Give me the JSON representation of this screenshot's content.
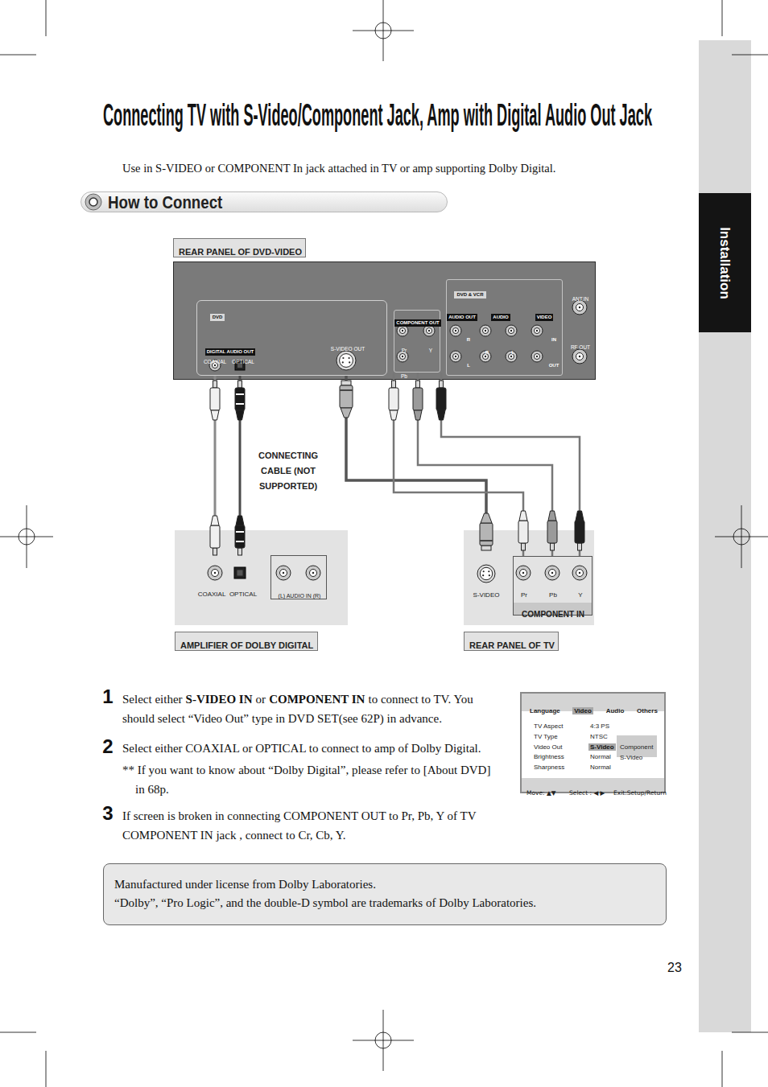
{
  "diagram": {
    "title": "Connecting TV with S-Video/Component Jack, Amp with Digital Audio Out Jack",
    "nodes": [
      {
        "text": [
          "How to Connect"
        ]
      },
      {
        "text": [
          "Installation"
        ]
      },
      {
        "text": [
          "REAR PANEL OF DVD-VIDEO"
        ]
      },
      {
        "text": [
          "ANT.IN",
          "RF OUT"
        ]
      },
      {
        "text": [
          "DVD",
          "DIGITAL AUDIO OUT",
          "COAXIAL",
          "OPTICAL",
          "S-VIDEO OUT"
        ],
        "in": 3
      },
      {
        "text": [
          "COMPONENT OUT",
          "Pr",
          "Y",
          "Pb"
        ],
        "in": 3
      },
      {
        "text": [
          "DVD & VCR",
          "AUDIO OUT",
          "AUDIO",
          "VIDEO",
          "R",
          "L",
          "R",
          "L",
          "IN",
          "OUT"
        ],
        "in": 3
      },
      {
        "text": [
          "COAXIAL",
          "OPTICAL"
        ]
      },
      {
        "text": [
          "(L) AUDIO IN (R)"
        ],
        "in": 7
      },
      {
        "text": [
          "AMPLIFIER OF DOLBY DIGITAL"
        ]
      },
      {
        "text": [
          "S-VIDEO"
        ]
      },
      {
        "text": [
          "Pr",
          "Pb",
          "Y",
          "COMPONENT IN"
        ],
        "in": 10
      },
      {
        "text": [
          "REAR PANEL OF TV"
        ]
      },
      {
        "text": [
          "Language",
          "Video",
          "Audio",
          "Others",
          "TV Aspect",
          "TV Type",
          "Video Out",
          "Brightness",
          "Sharpness",
          "4:3 PS",
          "NTSC",
          "S-Video",
          "Normal",
          "Normal",
          "Move: ▲▼",
          "Select : ◀ ▶",
          "Exit:Setup/Return"
        ]
      },
      {
        "text": [
          "Component",
          "S-Video"
        ],
        "in": 13
      },
      {
        "text": [
          "Manufactured under license from Dolby Laboratories.",
          "“Dolby”, “Pro Logic”, and the double-D symbol are trademarks of Dolby Laboratories."
        ]
      }
    ],
    "edges": [
      {
        "from": 4,
        "to": 7,
        "arrow": "none"
      },
      {
        "from": 4,
        "to": 7,
        "arrow": "none"
      },
      {
        "from": 4,
        "to": 10,
        "arrow": "none"
      },
      {
        "from": 5,
        "to": 11,
        "arrow": "none"
      },
      {
        "from": 5,
        "to": 11,
        "arrow": "none"
      },
      {
        "from": 5,
        "to": 11,
        "arrow": "none"
      }
    ],
    "labels": [
      "Use in S-VIDEO or COMPONENT In jack attached in TV or amp supporting Dolby Digital.",
      "CONNECTING CABLE (NOT SUPPORTED)",
      "1",
      "Select either",
      "S-VIDEO IN",
      "or",
      "COMPONENT IN",
      "to connect to TV. You should select “Video Out” type in DVD SET(see 62P) in advance.",
      "2",
      "Select either COAXIAL or OPTICAL to connect to amp of Dolby Digital.",
      "** If you want to know about “Dolby Digital”, please refer to [About DVD] in 68p.",
      "3",
      "If screen is broken in connecting COMPONENT OUT to Pr, Pb, Y of TV COMPONENT IN jack , connect to Cr, Cb, Y.",
      "23"
    ]
  }
}
